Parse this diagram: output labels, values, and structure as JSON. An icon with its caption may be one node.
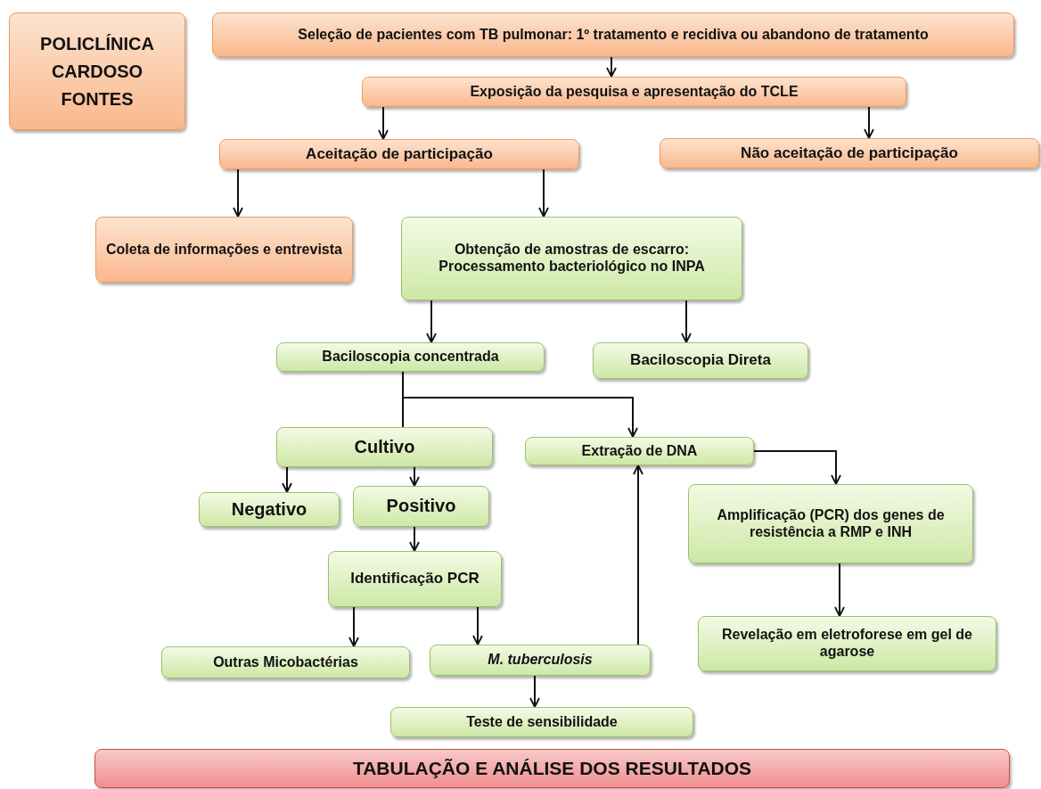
{
  "diagram": {
    "nodes": [
      {
        "text": [
          "POLICLÍNICA CARDOSO FONTES"
        ]
      },
      {
        "text": [
          "Seleção de pacientes com TB pulmonar: 1º tratamento e recidiva ou abandono de tratamento"
        ]
      },
      {
        "text": [
          "Exposição da pesquisa e apresentação do TCLE"
        ]
      },
      {
        "text": [
          "Aceitação de participação"
        ]
      },
      {
        "text": [
          "Não aceitação de participação"
        ]
      },
      {
        "text": [
          "Coleta de informações e entrevista"
        ]
      },
      {
        "text": [
          "Obtenção de amostras de escarro: Processamento bacteriológico no INPA"
        ]
      },
      {
        "text": [
          "Baciloscopia concentrada"
        ]
      },
      {
        "text": [
          "Baciloscopia Direta"
        ]
      },
      {
        "text": [
          "Cultivo"
        ]
      },
      {
        "text": [
          "Extração de DNA"
        ]
      },
      {
        "text": [
          "Negativo"
        ]
      },
      {
        "text": [
          "Positivo"
        ]
      },
      {
        "text": [
          "Amplificação (PCR) dos genes de resistência a RMP e INH"
        ]
      },
      {
        "text": [
          "Identificação PCR"
        ]
      },
      {
        "text": [
          "Outras Micobactérias"
        ]
      },
      {
        "text": [
          "M. tuberculosis"
        ]
      },
      {
        "text": [
          "Revelação em eletroforese  em gel de agarose"
        ]
      },
      {
        "text": [
          "Teste de sensibilidade"
        ]
      },
      {
        "text": [
          "TABULAÇÃO E ANÁLISE DOS RESULTADOS"
        ]
      }
    ],
    "edges": [
      {
        "from": 1,
        "to": 2,
        "arrow": "to"
      },
      {
        "from": 2,
        "to": 3,
        "arrow": "to"
      },
      {
        "from": 2,
        "to": 4,
        "arrow": "to"
      },
      {
        "from": 3,
        "to": 5,
        "arrow": "to"
      },
      {
        "from": 3,
        "to": 6,
        "arrow": "to"
      },
      {
        "from": 6,
        "to": 7,
        "arrow": "to"
      },
      {
        "from": 6,
        "to": 8,
        "arrow": "to"
      },
      {
        "from": 7,
        "to": 9,
        "arrow": "none"
      },
      {
        "from": 7,
        "to": 10,
        "arrow": "to"
      },
      {
        "from": 9,
        "to": 11,
        "arrow": "to"
      },
      {
        "from": 9,
        "to": 12,
        "arrow": "to"
      },
      {
        "from": 12,
        "to": 14,
        "arrow": "to"
      },
      {
        "from": 14,
        "to": 15,
        "arrow": "to"
      },
      {
        "from": 14,
        "to": 16,
        "arrow": "to"
      },
      {
        "from": 16,
        "to": 18,
        "arrow": "to"
      },
      {
        "from": 16,
        "to": 10,
        "arrow": "to"
      },
      {
        "from": 10,
        "to": 13,
        "arrow": "to"
      },
      {
        "from": 13,
        "to": 17,
        "arrow": "to"
      }
    ]
  }
}
